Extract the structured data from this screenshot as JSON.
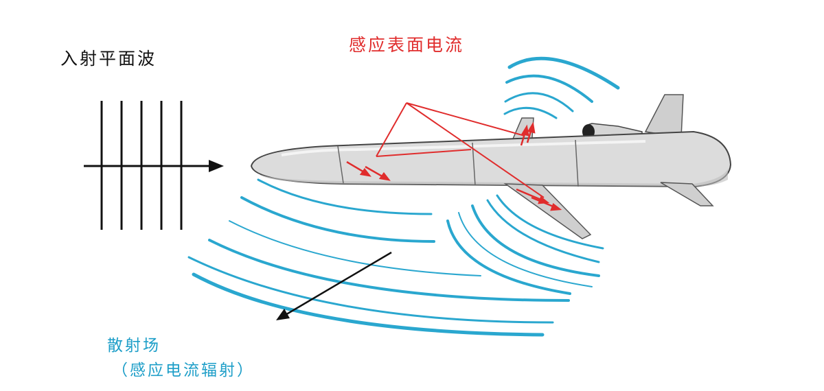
{
  "labels": {
    "incident_wave": "入射平面波",
    "surface_current": "感应表面电流",
    "scattered_field": "散射场",
    "scattered_field_note": "（感应电流辐射）"
  },
  "colors": {
    "wave_front": "#111111",
    "current": "#e02c2c",
    "scatter": "#1d9ec8",
    "missile_body": "#d9d9d9",
    "missile_outline": "#444444"
  },
  "icons": [
    "incident-arrow",
    "scatter-arrow",
    "current-arrow"
  ]
}
